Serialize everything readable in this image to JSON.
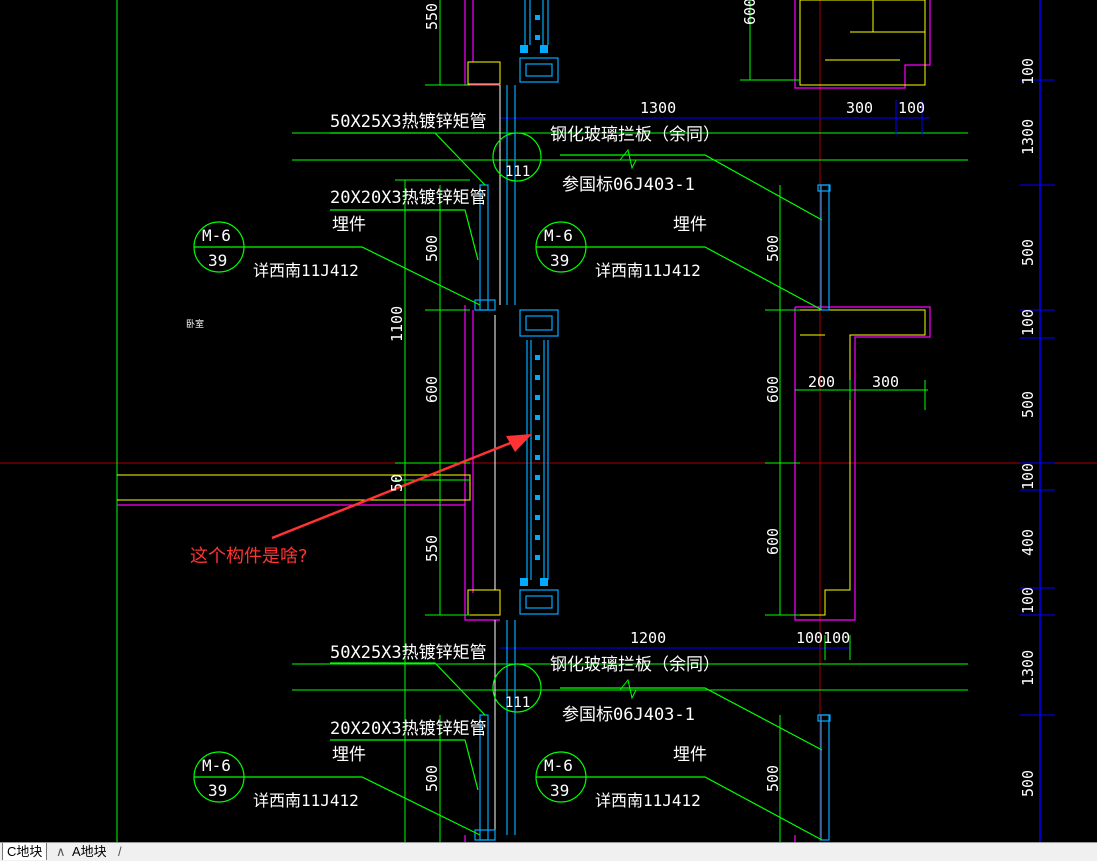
{
  "colors": {
    "green": "#00ff00",
    "blue": "#0000ff",
    "cyan": "#00aaff",
    "magenta": "#ff00ff",
    "yellow": "#ffff00",
    "red": "#ff0000",
    "white": "#ffffff",
    "annotation": "#ff3333"
  },
  "labels": {
    "pipe_50_top": "50X25X3热镀锌矩管",
    "glass_top": "钢化玻璃拦板（余同）",
    "ref_top": "参国标06J403-1",
    "num_111_top": "111",
    "pipe_20_top": "20X20X3热镀锌矩管",
    "embed_left_top": "埋件",
    "embed_right_top": "埋件",
    "pipe_50_bot": "50X25X3热镀锌矩管",
    "glass_bot": "钢化玻璃拦板（余同）",
    "ref_bot": "参国标06J403-1",
    "num_111_bot": "111",
    "pipe_20_bot": "20X20X3热镀锌矩管",
    "embed_left_bot": "埋件",
    "embed_right_bot": "埋件",
    "bedroom": "卧室",
    "question": "这个构件是啥?"
  },
  "callouts": [
    {
      "top": "M-6",
      "bottom": "39",
      "ref": "详西南11J412"
    },
    {
      "top": "M-6",
      "bottom": "39",
      "ref": "详西南11J412"
    },
    {
      "top": "M-6",
      "bottom": "39",
      "ref": "详西南11J412"
    },
    {
      "top": "M-6",
      "bottom": "39",
      "ref": "详西南11J412"
    }
  ],
  "dims": {
    "d550_top": "550",
    "d600_topright": "600",
    "d1300_top": "1300",
    "d300_top": "300",
    "d100_top": "100",
    "d500_left": "500",
    "d500_mid": "500",
    "d1100": "1100",
    "d600_left": "600",
    "d50": "50",
    "d550_mid": "550",
    "d600_right1": "600",
    "d200": "200",
    "d300_mid": "300",
    "d600_right2": "600",
    "d1200": "1200",
    "d100100": "100100",
    "d500_left_bot": "500",
    "d500_mid_bot": "500"
  },
  "right_dims": [
    "100",
    "1300",
    "500",
    "100",
    "500",
    "100",
    "400",
    "100",
    "1300",
    "500"
  ],
  "tabs": [
    {
      "label": "C地块",
      "active": true
    },
    {
      "label": "A地块",
      "active": false
    }
  ]
}
